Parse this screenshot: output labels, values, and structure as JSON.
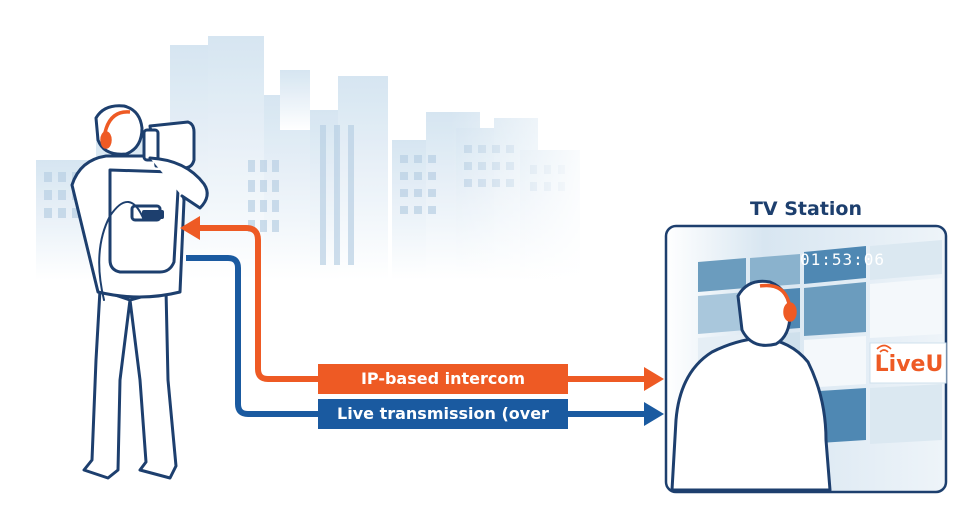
{
  "station": {
    "title": "TV Station"
  },
  "links": {
    "intercom_label": "IP-based intercom",
    "transmission_label": "Live transmission (over LRT)"
  },
  "monitor": {
    "clock": "01:53:06"
  },
  "brand": {
    "logo_text": "LiveU"
  },
  "colors": {
    "intercom": "#ee5a24",
    "transmission": "#1a5aa0",
    "outline": "#1d3f6e",
    "skyline": "#dce9f3"
  }
}
